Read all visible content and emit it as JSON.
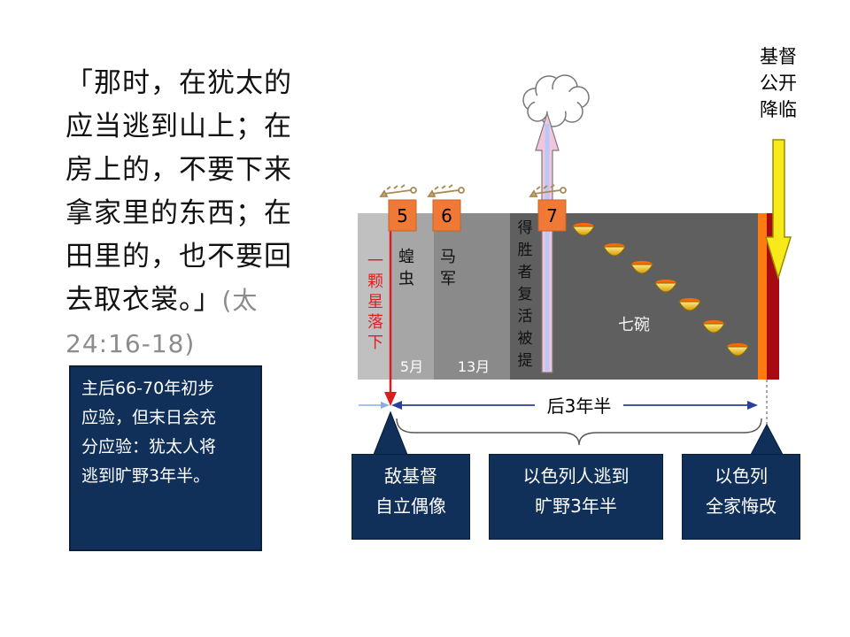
{
  "quote": {
    "lines": [
      "「那时，在犹太的",
      "应当逃到山上；在",
      "房上的，不要下来",
      "拿家里的东西；在",
      "田里的，也不要回",
      "去取衣裳。」"
    ],
    "ref_inline": "(太",
    "ref_line": "24:16-18)"
  },
  "note": {
    "lines": [
      "主后66-70年初步",
      "应验，但末日会充",
      "分应验：犹太人将",
      "逃到旷野3年半。"
    ]
  },
  "timeline": {
    "christ_return": [
      "基督",
      "公开",
      "降临"
    ],
    "trumpets": [
      "5",
      "6",
      "7"
    ],
    "star_fall": [
      "一",
      "颗",
      "星",
      "落",
      "下"
    ],
    "locust": [
      "蝗",
      "虫"
    ],
    "horse": [
      "马",
      "军"
    ],
    "rapture": [
      "得",
      "胜",
      "者",
      "复",
      "活",
      "被",
      "提"
    ],
    "bowls_label": "七碗",
    "five_months": "5月",
    "thirteen_months": "13月",
    "half_label": "后3年半"
  },
  "boxes": {
    "antichrist": [
      "敌基督",
      "自立偶像"
    ],
    "israel_flee": [
      "以色列人逃到",
      "旷野3年半"
    ],
    "israel_repent": [
      "以色列",
      "全家悔改"
    ]
  },
  "colors": {
    "navy": "#10305a",
    "trumpet_box": "#f07a35",
    "red_arrow": "#d81e1e",
    "yellow_arrow": "#f7e91a",
    "bowl_gold": "#e0a800",
    "timeline_blue": "#2a3f9a"
  }
}
